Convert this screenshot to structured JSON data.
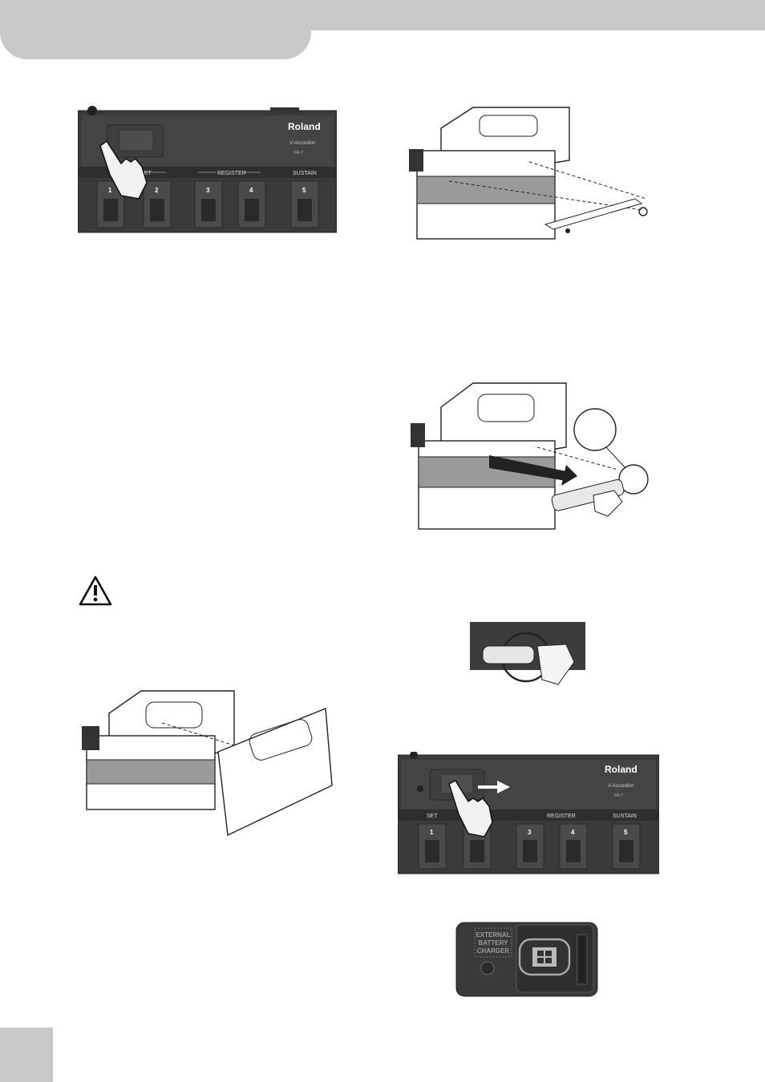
{
  "brand": {
    "logo": "Roland",
    "product": "V-Accordion",
    "model": "FR-7"
  },
  "pedalboard_top": {
    "sections": [
      "SET",
      "REGISTER",
      "SUSTAIN"
    ],
    "pedals": [
      "1",
      "2",
      "3",
      "4",
      "5"
    ]
  },
  "pedalboard_bottom": {
    "sections": [
      "SET",
      "REGISTER",
      "SUSTAIN"
    ],
    "pedals": [
      "1",
      "2",
      "3",
      "4",
      "5"
    ]
  },
  "connector_label": {
    "line1": "EXTERNAL",
    "line2": "BATTERY",
    "line3": "CHARGER"
  },
  "icons": [
    "caution-triangle-icon",
    "hand-pointer-icon",
    "arrow-right-icon"
  ]
}
